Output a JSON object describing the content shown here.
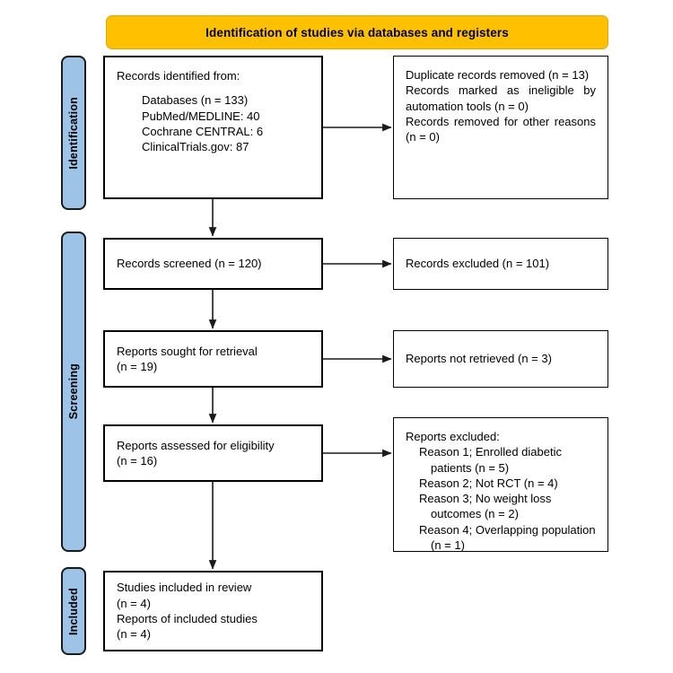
{
  "banner": {
    "label": "Identification of studies via databases and registers",
    "color": "#FFC000"
  },
  "stages": {
    "accent_color": "#9DC3E6",
    "items": [
      {
        "id": "identification",
        "label": "Identification"
      },
      {
        "id": "screening",
        "label": "Screening"
      },
      {
        "id": "included",
        "label": "Included"
      }
    ]
  },
  "boxes": {
    "identified": {
      "title": "Records identified from:",
      "lines": [
        "Databases (n = 133)",
        "PubMed/MEDLINE: 40",
        "Cochrane CENTRAL: 6",
        "ClinicalTrials.gov: 87"
      ]
    },
    "removed": {
      "lines": [
        "Duplicate records removed (n = 13)",
        "Records marked as ineligible by automation tools (n = 0)",
        "Records removed for other reasons (n = 0)"
      ]
    },
    "screened": {
      "lines": [
        "Records screened (n = 120)"
      ]
    },
    "excluded_records": {
      "lines": [
        "Records excluded (n = 101)"
      ]
    },
    "sought": {
      "lines": [
        "Reports sought for retrieval",
        "(n = 19)"
      ]
    },
    "not_retrieved": {
      "lines": [
        "Reports not retrieved (n = 3)"
      ]
    },
    "assessed": {
      "lines": [
        "Reports assessed for eligibility",
        "(n = 16)"
      ]
    },
    "reports_excluded": {
      "title": "Reports excluded:",
      "reasons": [
        "Reason 1; Enrolled diabetic patients (n = 5)",
        "Reason 2; Not RCT (n = 4)",
        "Reason 3; No weight loss outcomes (n = 2)",
        "Reason 4; Overlapping population (n = 1)"
      ]
    },
    "included": {
      "lines": [
        "Studies included in review",
        "(n = 4)",
        "Reports of included studies",
        "(n = 4)"
      ]
    }
  }
}
